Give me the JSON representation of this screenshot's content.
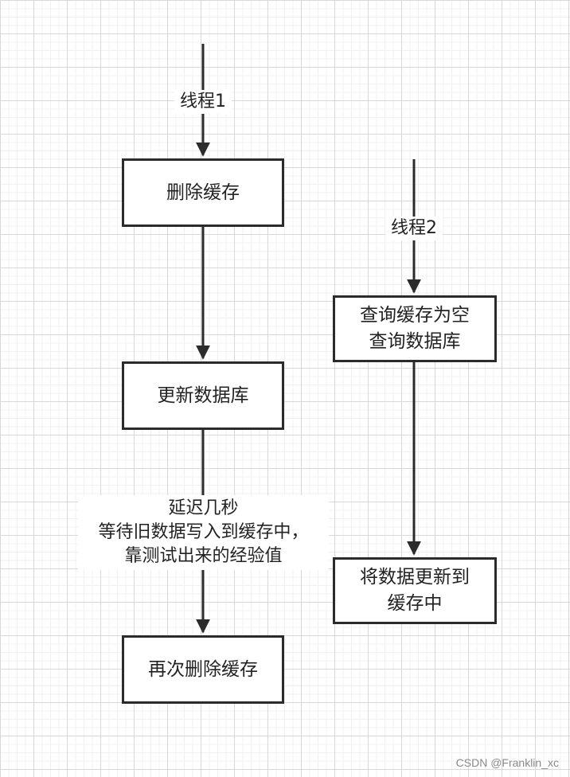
{
  "diagram": {
    "thread1": {
      "label": "线程1",
      "step1": "删除缓存",
      "step2": "更新数据库",
      "delay_note": {
        "line1": "延迟几秒",
        "line2": "等待旧数据写入到缓存中，",
        "line3": "靠测试出来的经验值"
      },
      "step3": "再次删除缓存"
    },
    "thread2": {
      "label": "线程2",
      "step1": {
        "line1": "查询缓存为空",
        "line2": "查询数据库"
      },
      "step2": {
        "line1": "将数据更新到",
        "line2": "缓存中"
      }
    }
  },
  "watermark": "CSDN @Franklin_xc",
  "colors": {
    "stroke": "#2b2b2b",
    "grid": "#d8d8d8",
    "background": "#ffffff"
  }
}
